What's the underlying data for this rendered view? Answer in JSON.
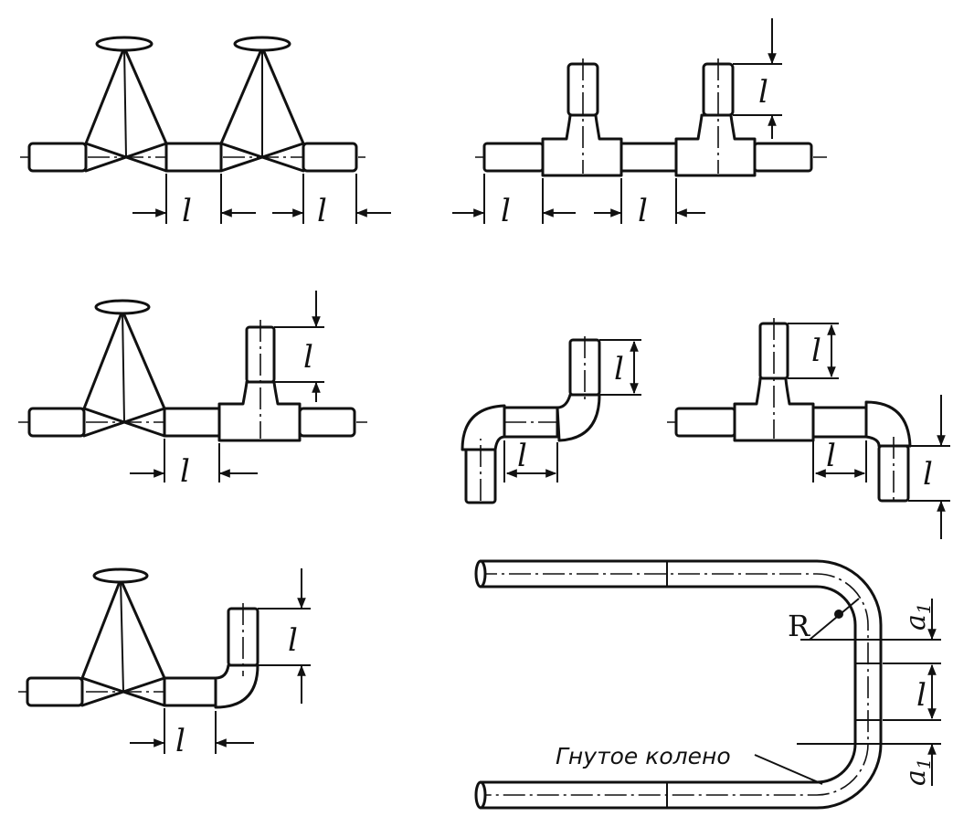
{
  "labels": {
    "length": "l",
    "offset": "a",
    "offset_index": "1",
    "radius": "R",
    "bent_elbow": "Гнутое колено"
  }
}
